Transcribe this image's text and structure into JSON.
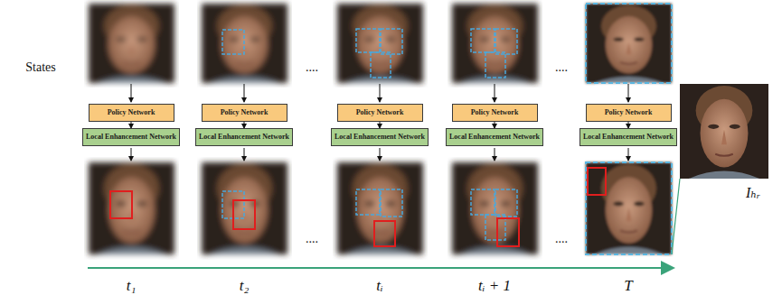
{
  "diagram": {
    "nodes": [
      {
        "text": [
          "Policy Network"
        ]
      },
      {
        "text": [
          "Policy Network"
        ]
      },
      {
        "text": [
          "Policy Network"
        ]
      },
      {
        "text": [
          "Policy Network"
        ]
      },
      {
        "text": [
          "Policy Network"
        ]
      },
      {
        "text": [
          "Local Enhancement Network"
        ]
      },
      {
        "text": [
          "Local Enhancement Network"
        ]
      },
      {
        "text": [
          "Local Enhancement Network"
        ]
      },
      {
        "text": [
          "Local Enhancement Network"
        ]
      },
      {
        "text": [
          "Local Enhancement Network"
        ]
      }
    ],
    "edges": [
      {
        "from": 0,
        "to": 5,
        "arrow": "to"
      },
      {
        "from": 1,
        "to": 6,
        "arrow": "to"
      },
      {
        "from": 2,
        "to": 7,
        "arrow": "to"
      },
      {
        "from": 3,
        "to": 8,
        "arrow": "to"
      },
      {
        "from": 4,
        "to": 9,
        "arrow": "to"
      }
    ],
    "labels": [
      "States",
      "....",
      "....",
      "....",
      "....",
      "t₁",
      "t₂",
      "tᵢ",
      "tᵢ + 1",
      "T",
      "Iₕᵣ"
    ]
  }
}
